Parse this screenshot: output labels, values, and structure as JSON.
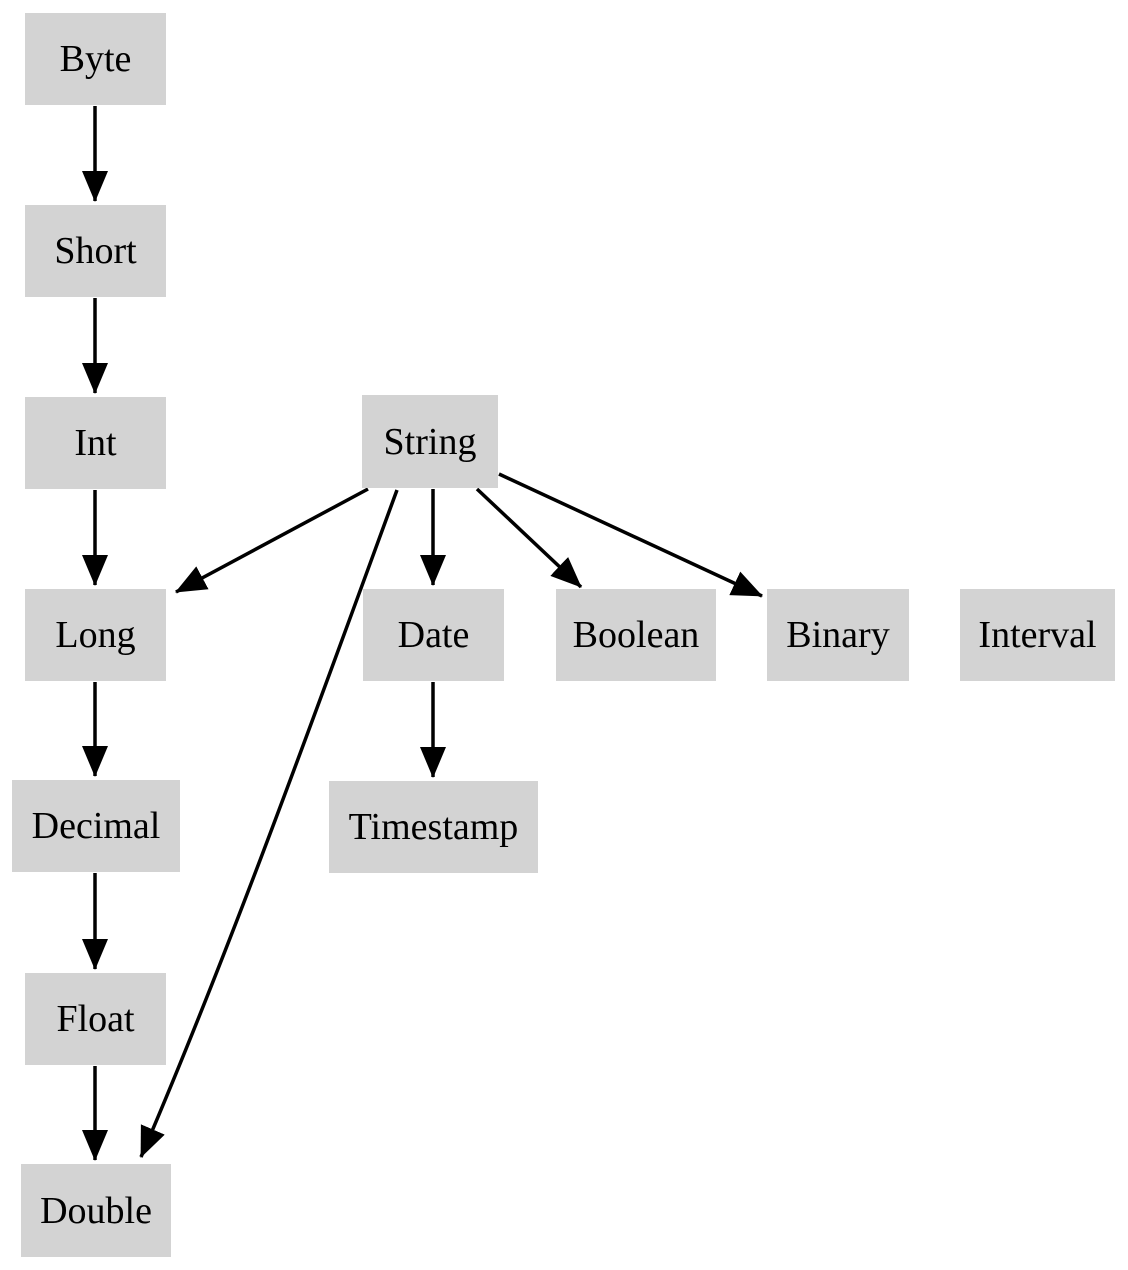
{
  "diagram": {
    "background_color": "#ffffff",
    "node_fill_color": "#d3d3d3",
    "edge_color": "#000000",
    "text_color": "#000000",
    "nodes": [
      {
        "id": "byte",
        "label": "Byte"
      },
      {
        "id": "short",
        "label": "Short"
      },
      {
        "id": "int",
        "label": "Int"
      },
      {
        "id": "string",
        "label": "String"
      },
      {
        "id": "long",
        "label": "Long"
      },
      {
        "id": "date",
        "label": "Date"
      },
      {
        "id": "boolean",
        "label": "Boolean"
      },
      {
        "id": "binary",
        "label": "Binary"
      },
      {
        "id": "interval",
        "label": "Interval"
      },
      {
        "id": "decimal",
        "label": "Decimal"
      },
      {
        "id": "timestamp",
        "label": "Timestamp"
      },
      {
        "id": "float",
        "label": "Float"
      },
      {
        "id": "double",
        "label": "Double"
      }
    ],
    "edges": [
      {
        "from": "Byte",
        "to": "Short"
      },
      {
        "from": "Short",
        "to": "Int"
      },
      {
        "from": "Int",
        "to": "Long"
      },
      {
        "from": "Long",
        "to": "Decimal"
      },
      {
        "from": "Decimal",
        "to": "Float"
      },
      {
        "from": "Float",
        "to": "Double"
      },
      {
        "from": "String",
        "to": "Long"
      },
      {
        "from": "String",
        "to": "Date"
      },
      {
        "from": "String",
        "to": "Boolean"
      },
      {
        "from": "String",
        "to": "Binary"
      },
      {
        "from": "String",
        "to": "Double"
      },
      {
        "from": "Date",
        "to": "Timestamp"
      }
    ]
  }
}
